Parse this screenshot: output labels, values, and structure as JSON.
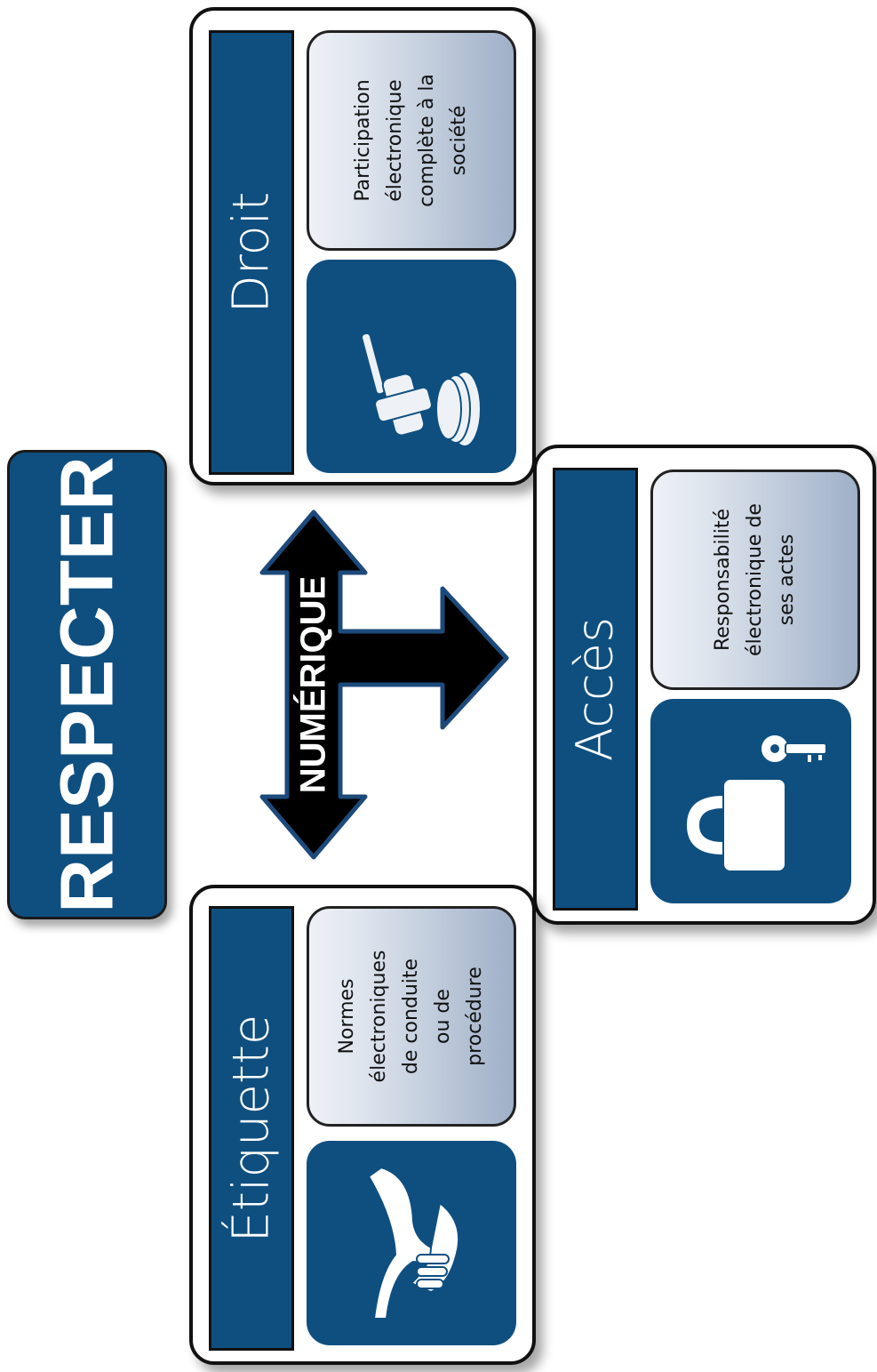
{
  "title": "RESPECTER",
  "arrow_label": "NUMÉRIQUE",
  "colors": {
    "accent": "#0f4f80",
    "arrow": "#000000",
    "arrow_outline": "#1c4a7a"
  },
  "cards": {
    "droit": {
      "heading": "Droit",
      "icon": "gavel-icon",
      "description": "Participation\nélectronique\ncomplète à la\nsociété"
    },
    "acces": {
      "heading": "Accès",
      "icon": "padlock-key-icon",
      "description": "Responsabilité\nélectronique de\nses actes"
    },
    "etiquette": {
      "heading": "Étiquette",
      "icon": "handshake-icon",
      "description": "Normes\nélectroniques\nde conduite\nou de\nprocédure"
    }
  }
}
